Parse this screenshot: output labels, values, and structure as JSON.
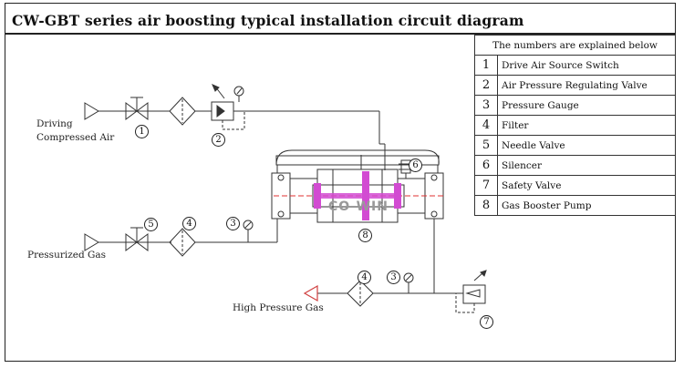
{
  "title": "CW-GBT series air boosting typical installation circuit diagram",
  "legend": {
    "header": "The numbers are explained below",
    "items": [
      {
        "num": "1",
        "label": "Drive Air Source Switch"
      },
      {
        "num": "2",
        "label": "Air Pressure Regulating Valve"
      },
      {
        "num": "3",
        "label": "Pressure Gauge"
      },
      {
        "num": "4",
        "label": "Filter"
      },
      {
        "num": "5",
        "label": "Needle Valve"
      },
      {
        "num": "6",
        "label": "Silencer"
      },
      {
        "num": "7",
        "label": "Safety Valve"
      },
      {
        "num": "8",
        "label": "Gas Booster Pump"
      }
    ]
  },
  "labels": {
    "driving_line1": "Driving",
    "driving_line2": "Compressed Air",
    "pressurized_gas": "Pressurized Gas",
    "high_pressure_gas": "High Pressure Gas"
  },
  "callouts": {
    "c1": "1",
    "c2": "2",
    "c3a": "3",
    "c3b": "3",
    "c4a": "4",
    "c4b": "4",
    "c5": "5",
    "c6": "6",
    "c7": "7",
    "c8": "8"
  },
  "watermark": "CO-WIN",
  "colors": {
    "line": "#333333",
    "piston": "#d24bd2",
    "centerline": "#e03030",
    "outlet_arrow": "#d04040"
  }
}
